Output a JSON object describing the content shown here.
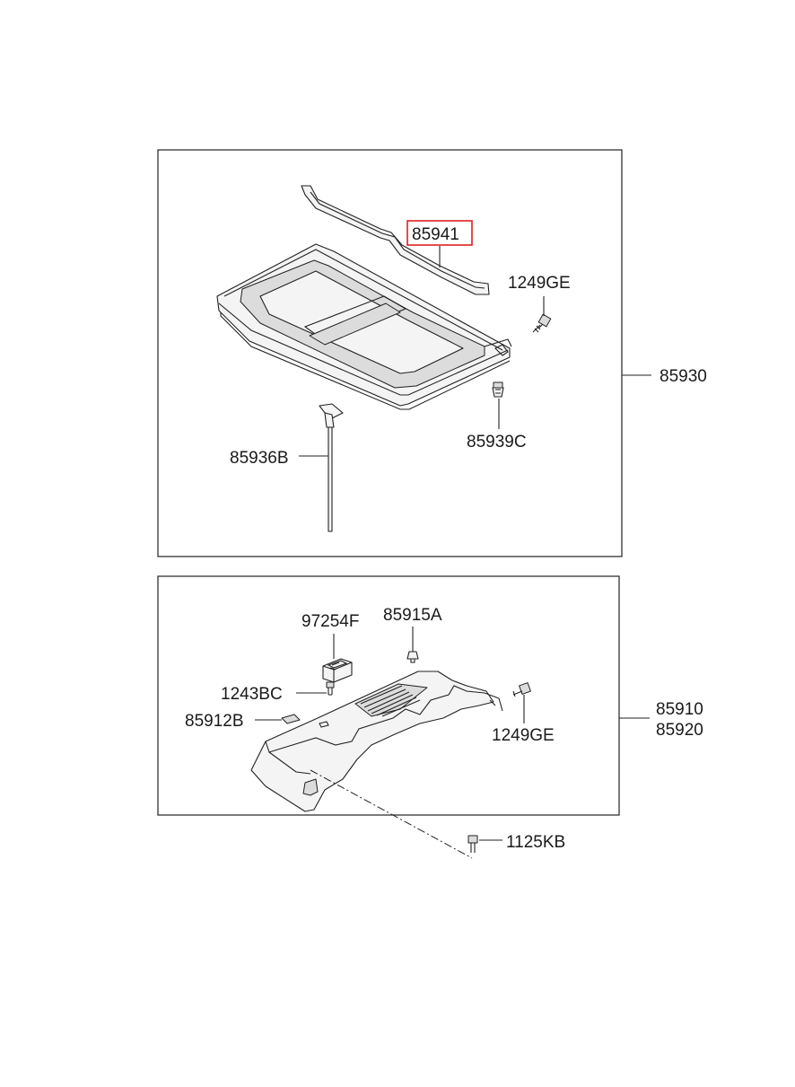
{
  "labels": {
    "p85941": "85941",
    "p1249ge_top": "1249GE",
    "p85930": "85930",
    "p85939c": "85939C",
    "p85936b": "85936B",
    "p97254f": "97254F",
    "p85915a": "85915A",
    "p1243bc": "1243BC",
    "p85912b": "85912B",
    "p85910": "85910",
    "p85920": "85920",
    "p1249ge_bottom": "1249GE",
    "p1125kb": "1125KB"
  },
  "colors": {
    "highlight": "#e02020",
    "line": "#222222"
  }
}
